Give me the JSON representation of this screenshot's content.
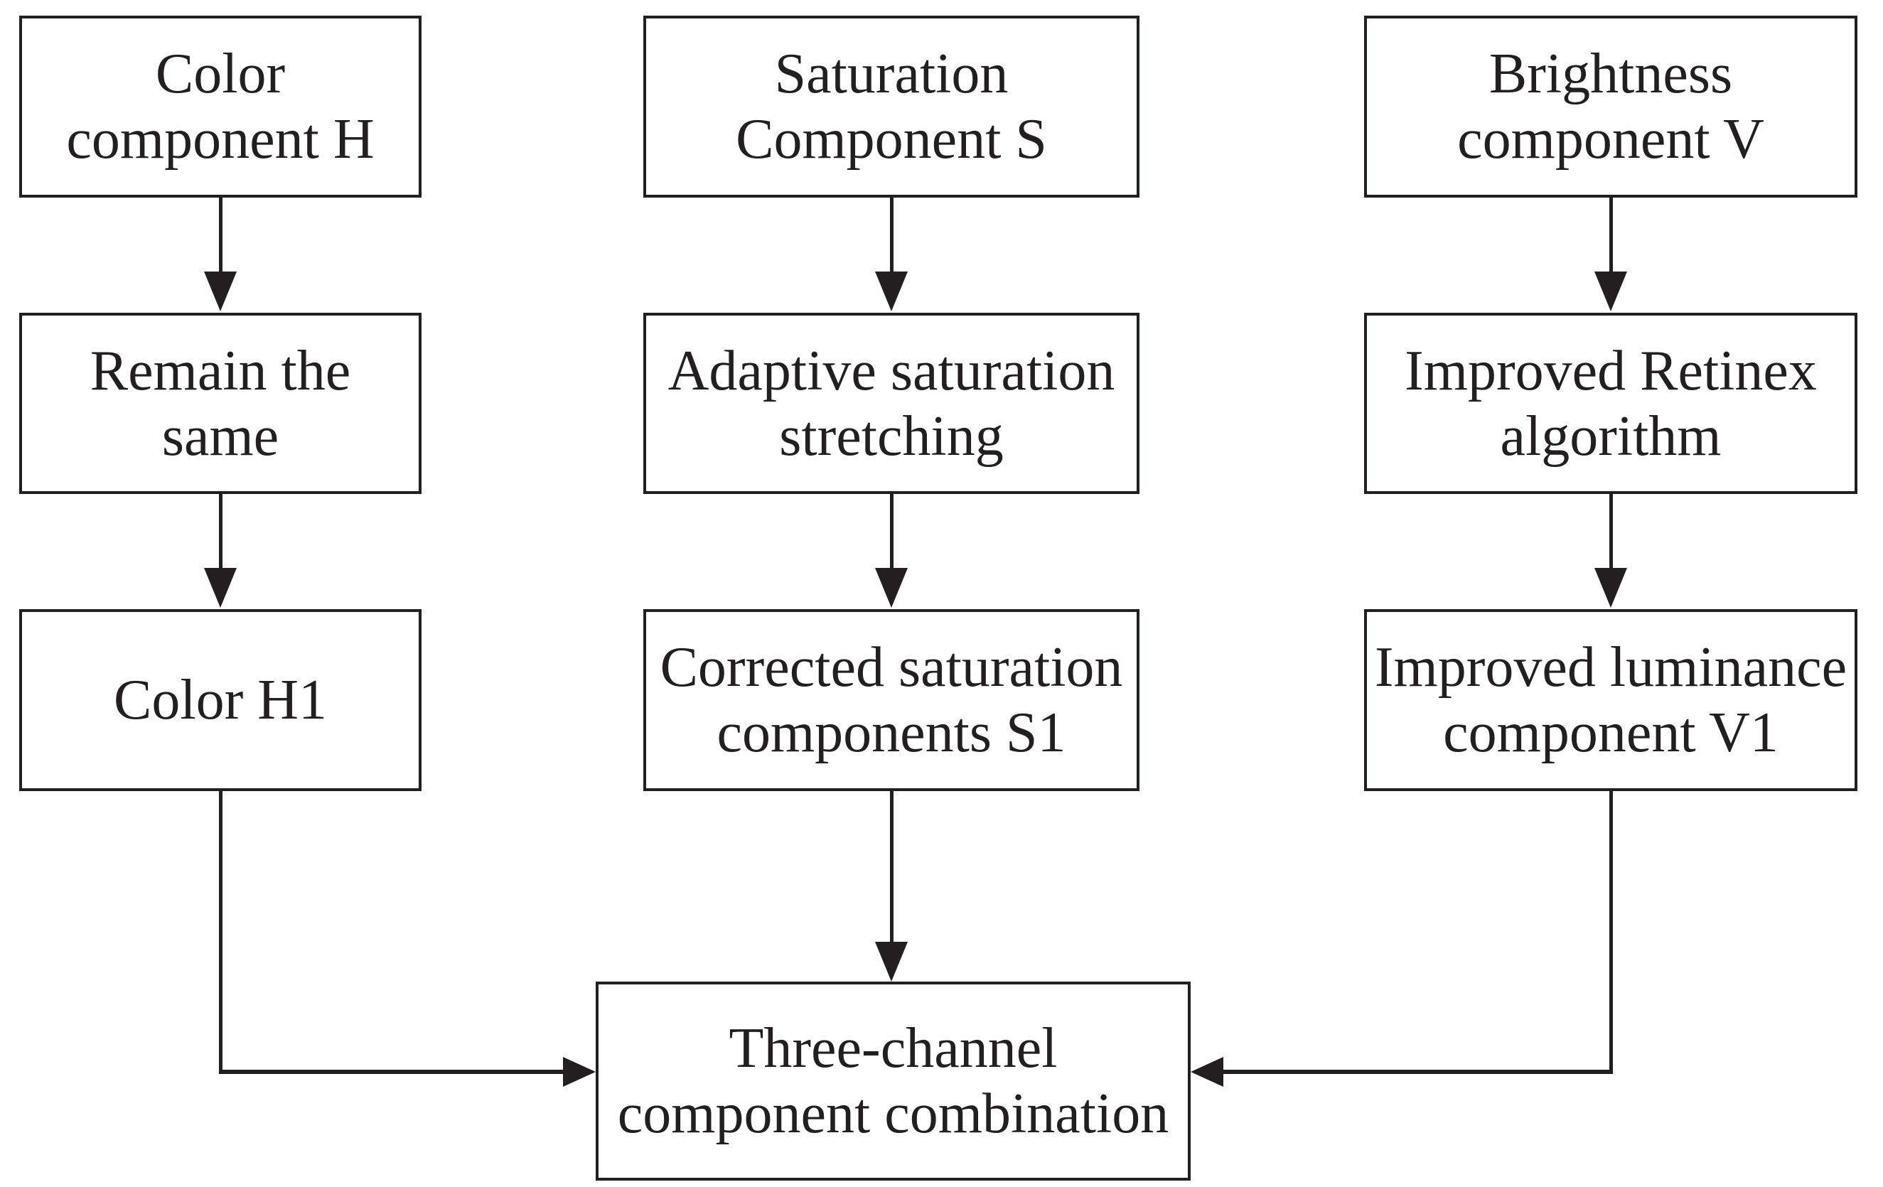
{
  "figure": {
    "type": "flowchart",
    "description": "HSV three-channel image enhancement pipeline flowchart"
  },
  "colors": {
    "ink": "#231f20",
    "paper": "#ffffff"
  },
  "nodes": {
    "color_component_h": "Color\ncomponent H",
    "saturation_component_s": "Saturation\nComponent S",
    "brightness_component_v": "Brightness\ncomponent V",
    "remain_the_same": "Remain the\nsame",
    "adaptive_saturation_stretching": "Adaptive saturation\nstretching",
    "improved_retinex_algorithm": "Improved Retinex\nalgorithm",
    "color_h1": "Color H1",
    "corrected_saturation_s1": "Corrected saturation\ncomponents S1",
    "improved_luminance_v1": "Improved luminance\ncomponent V1",
    "three_channel_combination": "Three-channel\ncomponent combination"
  },
  "edges": [
    {
      "from": "color_component_h",
      "to": "remain_the_same",
      "direction": "down"
    },
    {
      "from": "remain_the_same",
      "to": "color_h1",
      "direction": "down"
    },
    {
      "from": "saturation_component_s",
      "to": "adaptive_saturation_stretching",
      "direction": "down"
    },
    {
      "from": "adaptive_saturation_stretching",
      "to": "corrected_saturation_s1",
      "direction": "down"
    },
    {
      "from": "brightness_component_v",
      "to": "improved_retinex_algorithm",
      "direction": "down"
    },
    {
      "from": "improved_retinex_algorithm",
      "to": "improved_luminance_v1",
      "direction": "down"
    },
    {
      "from": "color_h1",
      "to": "three_channel_combination",
      "direction": "down-then-right"
    },
    {
      "from": "corrected_saturation_s1",
      "to": "three_channel_combination",
      "direction": "down"
    },
    {
      "from": "improved_luminance_v1",
      "to": "three_channel_combination",
      "direction": "down-then-left"
    }
  ]
}
